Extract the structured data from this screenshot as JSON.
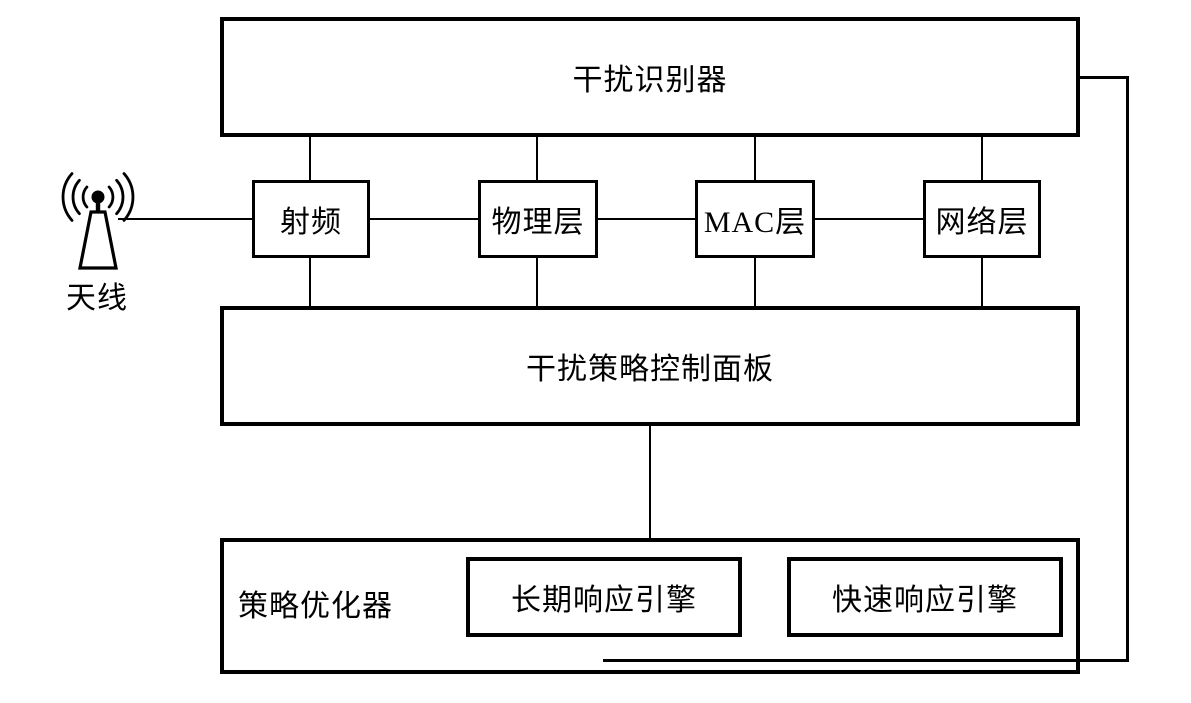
{
  "colors": {
    "background": "#ffffff",
    "line": "#000000",
    "text": "#000000"
  },
  "antenna": {
    "icon": "antenna-icon",
    "label": "天线"
  },
  "boxes": {
    "interference_identifier": {
      "label": "干扰识别器"
    },
    "rf": {
      "label": "射频"
    },
    "physical_layer": {
      "label": "物理层"
    },
    "mac_layer": {
      "label": "MAC层"
    },
    "network_layer": {
      "label": "网络层"
    },
    "control_panel": {
      "label": "干扰策略控制面板"
    },
    "strategy_optimizer": {
      "label": "策略优化器"
    },
    "long_term_engine": {
      "label": "长期响应引擎"
    },
    "fast_engine": {
      "label": "快速响应引擎"
    }
  }
}
